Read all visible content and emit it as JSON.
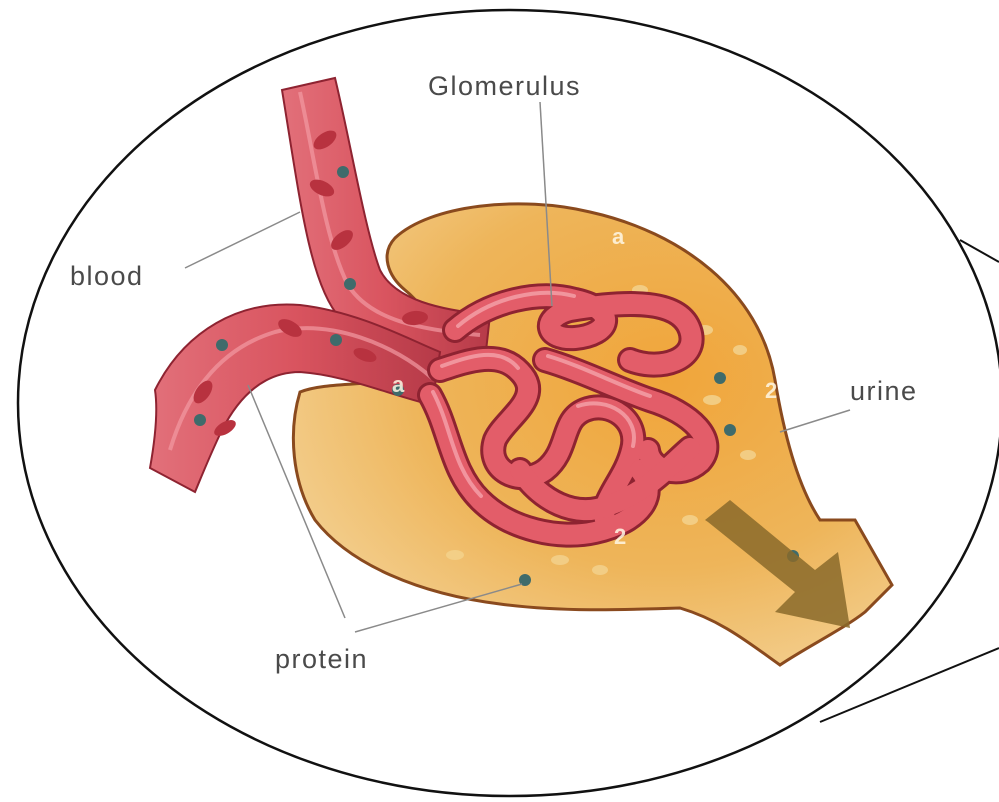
{
  "diagram": {
    "labels": {
      "glomerulus": "Glomerulus",
      "blood": "blood",
      "urine": "urine",
      "protein": "protein"
    },
    "markers": {
      "a1": "a",
      "a2": "a",
      "n1": "2",
      "n2": "2"
    },
    "colors": {
      "capsule": "#e8a849",
      "capsule_outline": "#8a4a1e",
      "vessel": "#d9545f",
      "vessel_dark": "#a82a3a",
      "blood_cell": "#b8323f",
      "protein_dot": "#3f6b6b",
      "label_text": "#4a4a4a",
      "leader_line": "#8a8a8a",
      "arrow": "#8a6a2a"
    },
    "icons": {
      "flow_arrow": "urine-flow-arrow-icon"
    }
  }
}
